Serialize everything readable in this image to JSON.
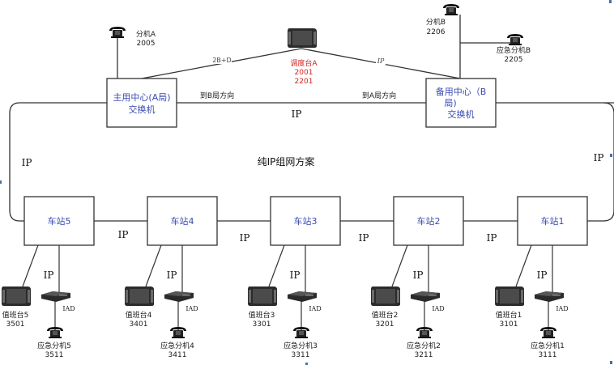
{
  "title": "纯IP组网方案",
  "colors": {
    "line": "#333333",
    "box_text": "#3a4bb0",
    "dispatch_text": "#d21f1f",
    "marker": "#4a6fa5"
  },
  "center_a": {
    "label_line1": "主用中心(A局)",
    "label_line2": "交换机",
    "direction": "到B局方向",
    "phone_name": "分机A",
    "phone_number": "2005",
    "link_label": "2B+D"
  },
  "center_b": {
    "label_line1": "备用中心（B",
    "label_line2": "局)",
    "label_line3": "交换机",
    "direction": "到A局方向",
    "phone_name": "分机B",
    "phone_number": "2206",
    "emergency_name": "应急分机B",
    "emergency_number": "2205",
    "link_label": "IP"
  },
  "dispatch": {
    "name": "调度台A",
    "number1": "2001",
    "number2": "2201"
  },
  "links": {
    "backbone": "IP",
    "left_ring": "IP",
    "right_ring": "IP",
    "between_stations": [
      "IP",
      "IP",
      "IP",
      "IP"
    ]
  },
  "stations": [
    {
      "name": "车站5",
      "uplink": "IP",
      "console_name": "值班台5",
      "console_number": "3501",
      "iad": "IAD",
      "ext_name": "应急分机5",
      "ext_number": "3511"
    },
    {
      "name": "车站4",
      "uplink": "IP",
      "console_name": "值班台4",
      "console_number": "3401",
      "iad": "IAD",
      "ext_name": "应急分机4",
      "ext_number": "3411"
    },
    {
      "name": "车站3",
      "uplink": "IP",
      "console_name": "值班台3",
      "console_number": "3301",
      "iad": "IAD",
      "ext_name": "应急分机3",
      "ext_number": "3311"
    },
    {
      "name": "车站2",
      "uplink": "IP",
      "console_name": "值班台2",
      "console_number": "3201",
      "iad": "IAD",
      "ext_name": "应急分机2",
      "ext_number": "3211"
    },
    {
      "name": "车站1",
      "uplink": "IP",
      "console_name": "值班台1",
      "console_number": "3101",
      "iad": "IAD",
      "ext_name": "应急分机1",
      "ext_number": "3111"
    }
  ]
}
